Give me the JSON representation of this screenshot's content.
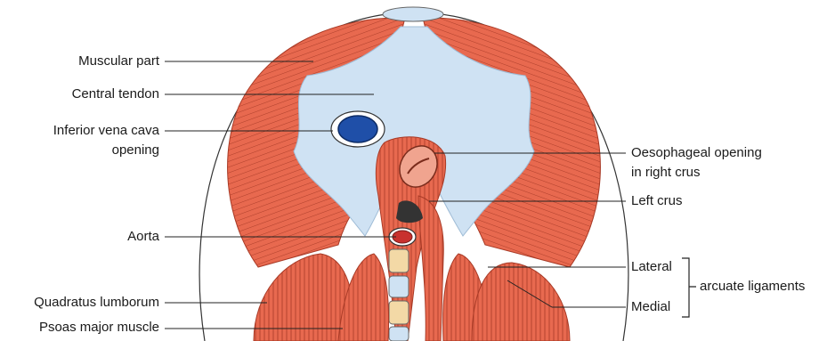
{
  "labels": {
    "muscular_part": "Muscular part",
    "central_tendon": "Central tendon",
    "ivc_line1": "Inferior vena cava",
    "ivc_line2": "opening",
    "aorta": "Aorta",
    "quadratus": "Quadratus lumborum",
    "psoas": "Psoas major muscle",
    "oeso_line1": "Oesophageal opening",
    "oeso_line2": "in right crus",
    "left_crus": "Left crus",
    "lateral": "Lateral",
    "medial": "Medial",
    "arcuate": "arcuate ligaments"
  },
  "colors": {
    "muscle": "#e8694f",
    "muscle_line": "#a83a26",
    "tendon": "#cfe2f3",
    "ivc": "#1f4fa8",
    "aorta": "#c8312e",
    "spine": "#f3d9a6",
    "outline": "#333333"
  }
}
